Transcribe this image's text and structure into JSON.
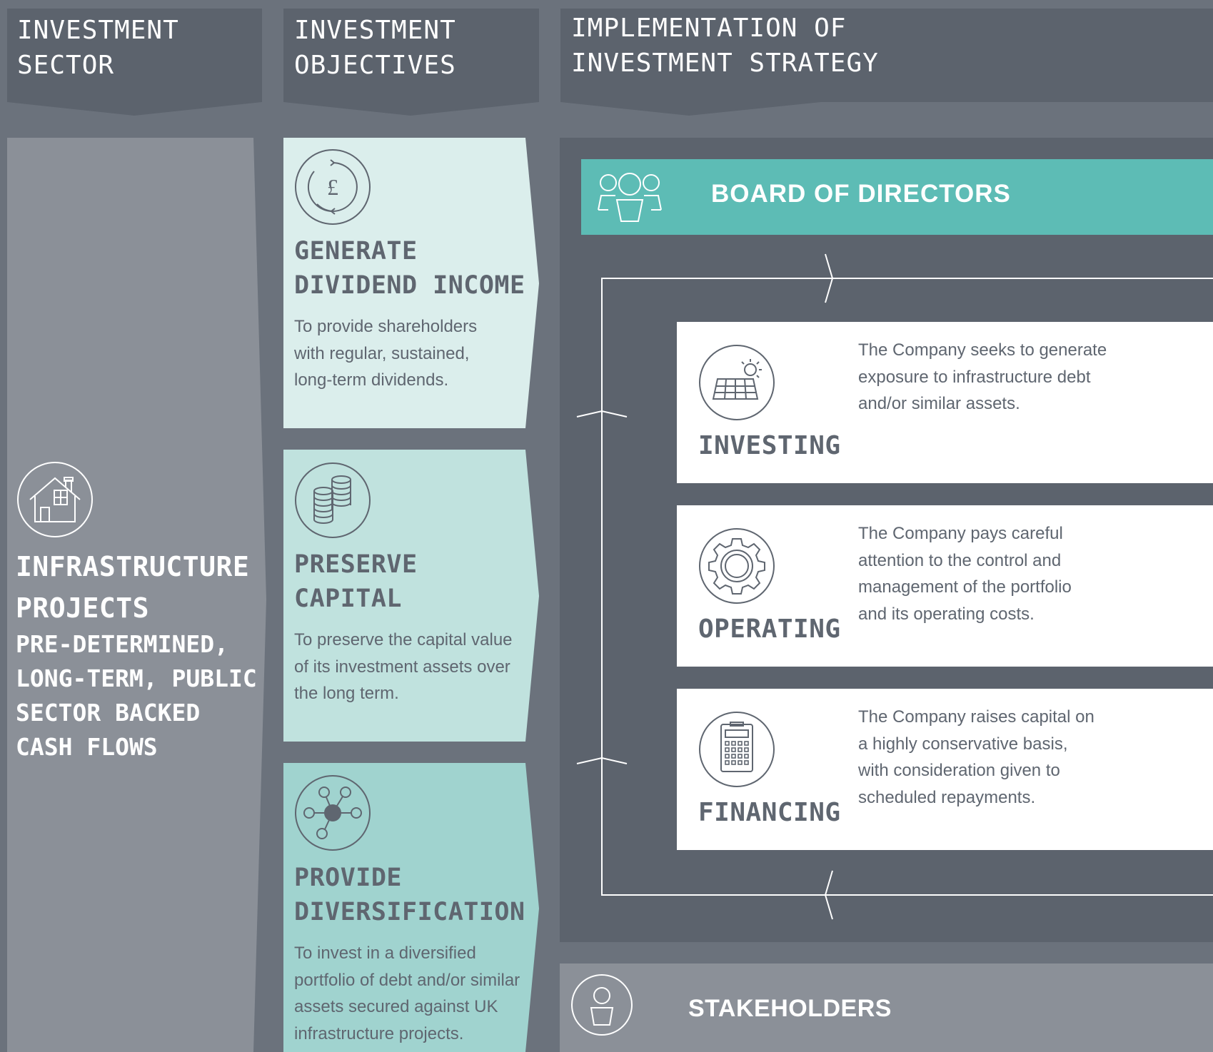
{
  "headers": {
    "sector": "INVESTMENT\nSECTOR",
    "objectives": "INVESTMENT\nOBJECTIVES",
    "implementation": "IMPLEMENTATION OF\nINVESTMENT STRATEGY"
  },
  "sector": {
    "icon": "house-icon",
    "title": "INFRASTRUCTURE\nPROJECTS",
    "subtitle": "PRE-DETERMINED,\nLONG-TERM, PUBLIC\nSECTOR BACKED\nCASH FLOWS"
  },
  "objectives": [
    {
      "icon": "pound-cycle-icon",
      "title": "GENERATE\nDIVIDEND INCOME",
      "description": "To provide shareholders with regular, sustained, long-term dividends.",
      "color": "#dbeeec"
    },
    {
      "icon": "coin-stacks-icon",
      "title": "PRESERVE\nCAPITAL",
      "description": "To preserve the capital value of its investment assets over the long term.",
      "color": "#c0e2de"
    },
    {
      "icon": "network-icon",
      "title": "PROVIDE\nDIVERSIFICATION",
      "description": "To invest in a diversified portfolio of debt and/or similar assets secured against UK infrastructure projects.",
      "color": "#a0d3cf"
    }
  ],
  "board": {
    "icon": "group-icon",
    "label": "BOARD OF DIRECTORS",
    "color": "#5dbcb5"
  },
  "activities": [
    {
      "icon": "solar-panel-icon",
      "title": "INVESTING",
      "description": "The Company seeks to generate exposure to infrastructure debt and/or similar assets."
    },
    {
      "icon": "gear-icon",
      "title": "OPERATING",
      "description": "The Company pays careful attention to the control and management of the portfolio and its operating costs."
    },
    {
      "icon": "calculator-icon",
      "title": "FINANCING",
      "description": "The Company raises capital on a highly conservative basis, with consideration given to scheduled repayments."
    }
  ],
  "stakeholders": {
    "icon": "person-icon",
    "label": "STAKEHOLDERS"
  }
}
